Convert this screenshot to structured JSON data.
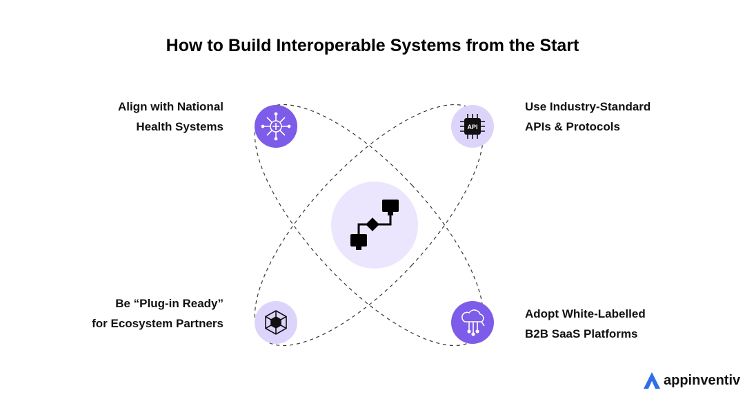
{
  "title": "How to Build Interoperable Systems from the Start",
  "nodes": {
    "top_left": {
      "line1": "Align with National",
      "line2": "Health Systems",
      "icon": "health-network-icon"
    },
    "top_right": {
      "line1": "Use Industry-Standard",
      "line2": "APIs & Protocols",
      "icon": "api-chip-icon"
    },
    "bottom_left": {
      "line1": "Be “Plug-in Ready”",
      "line2": "for Ecosystem Partners",
      "icon": "hexagon-network-icon"
    },
    "bottom_right": {
      "line1": "Adopt White-Labelled",
      "line2": "B2B SaaS Platforms",
      "icon": "cloud-circuit-icon"
    }
  },
  "center": {
    "icon": "connected-devices-icon"
  },
  "brand": {
    "name": "appinventiv",
    "icon": "appinventiv-logo-icon"
  },
  "colors": {
    "dark_purple": "#7c5ce8",
    "light_purple": "#ddd4fb",
    "center_fill": "#ebe6fd",
    "brand_blue": "#2f6ee8"
  }
}
